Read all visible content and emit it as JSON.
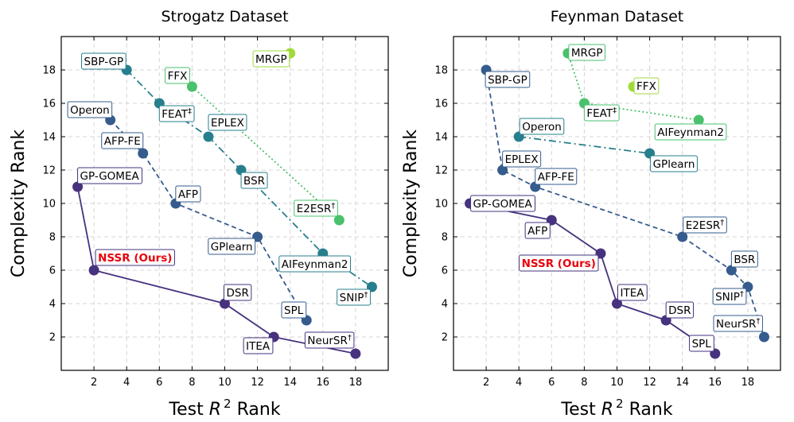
{
  "chart_data": [
    {
      "type": "scatter",
      "title": "Strogatz Dataset",
      "xlabel": "Test R² Rank",
      "ylabel": "Complexity Rank",
      "xlim": [
        0,
        20
      ],
      "ylim": [
        0,
        20
      ],
      "xticks": [
        2,
        4,
        6,
        8,
        10,
        12,
        14,
        16,
        18
      ],
      "yticks": [
        2,
        4,
        6,
        8,
        10,
        12,
        14,
        16,
        18
      ],
      "grid": true,
      "points": [
        {
          "name": "GP-GOMEA",
          "x": 1,
          "y": 11,
          "color": "#46327e",
          "highlight": false
        },
        {
          "name": "NSSR (Ours)",
          "x": 2,
          "y": 6,
          "color": "#46327e",
          "highlight": true
        },
        {
          "name": "DSR",
          "x": 10,
          "y": 4,
          "color": "#46327e",
          "highlight": false
        },
        {
          "name": "ITEA",
          "x": 13,
          "y": 2,
          "color": "#46327e",
          "highlight": false
        },
        {
          "name": "NeurSR†",
          "x": 18,
          "y": 1,
          "color": "#46327e",
          "highlight": false
        },
        {
          "name": "Operon",
          "x": 3,
          "y": 15,
          "color": "#365c8d",
          "highlight": false
        },
        {
          "name": "AFP-FE",
          "x": 5,
          "y": 13,
          "color": "#365c8d",
          "highlight": false
        },
        {
          "name": "AFP",
          "x": 7,
          "y": 10,
          "color": "#365c8d",
          "highlight": false
        },
        {
          "name": "GPlearn",
          "x": 12,
          "y": 8,
          "color": "#365c8d",
          "highlight": false
        },
        {
          "name": "SPL",
          "x": 15,
          "y": 3,
          "color": "#365c8d",
          "highlight": false
        },
        {
          "name": "SBP-GP",
          "x": 4,
          "y": 18,
          "color": "#277f8e",
          "highlight": false
        },
        {
          "name": "FEAT‡",
          "x": 6,
          "y": 16,
          "color": "#277f8e",
          "highlight": false
        },
        {
          "name": "EPLEX",
          "x": 9,
          "y": 14,
          "color": "#277f8e",
          "highlight": false
        },
        {
          "name": "BSR",
          "x": 11,
          "y": 12,
          "color": "#277f8e",
          "highlight": false
        },
        {
          "name": "AIFeynman2",
          "x": 16,
          "y": 7,
          "color": "#277f8e",
          "highlight": false
        },
        {
          "name": "SNIP†",
          "x": 19,
          "y": 5,
          "color": "#277f8e",
          "highlight": false
        },
        {
          "name": "FFX",
          "x": 8,
          "y": 17,
          "color": "#4ac16d",
          "highlight": false
        },
        {
          "name": "E2ESR†",
          "x": 17,
          "y": 9,
          "color": "#4ac16d",
          "highlight": false
        },
        {
          "name": "MRGP",
          "x": 14,
          "y": 19,
          "color": "#a0da39",
          "highlight": false
        }
      ],
      "fronts": [
        {
          "members": [
            "GP-GOMEA",
            "NSSR (Ours)",
            "DSR",
            "ITEA",
            "NeurSR†"
          ],
          "color": "#46327e",
          "style": "solid"
        },
        {
          "members": [
            "Operon",
            "AFP-FE",
            "AFP",
            "GPlearn",
            "SPL"
          ],
          "color": "#365c8d",
          "style": "dashed"
        },
        {
          "members": [
            "SBP-GP",
            "FEAT‡",
            "EPLEX",
            "BSR",
            "AIFeynman2",
            "SNIP†"
          ],
          "color": "#277f8e",
          "style": "dashdot"
        },
        {
          "members": [
            "FFX",
            "E2ESR†"
          ],
          "color": "#4ac16d",
          "style": "dotted"
        },
        {
          "members": [
            "MRGP"
          ],
          "color": "#a0da39",
          "style": "none"
        }
      ]
    },
    {
      "type": "scatter",
      "title": "Feynman Dataset",
      "xlabel": "Test R² Rank",
      "ylabel": "Complexity Rank",
      "xlim": [
        0,
        20
      ],
      "ylim": [
        0,
        20
      ],
      "xticks": [
        2,
        4,
        6,
        8,
        10,
        12,
        14,
        16,
        18
      ],
      "yticks": [
        2,
        4,
        6,
        8,
        10,
        12,
        14,
        16,
        18
      ],
      "grid": true,
      "points": [
        {
          "name": "GP-GOMEA",
          "x": 1,
          "y": 10,
          "color": "#46327e",
          "highlight": false
        },
        {
          "name": "AFP",
          "x": 6,
          "y": 9,
          "color": "#46327e",
          "highlight": false
        },
        {
          "name": "NSSR (Ours)",
          "x": 9,
          "y": 7,
          "color": "#46327e",
          "highlight": true
        },
        {
          "name": "ITEA",
          "x": 10,
          "y": 4,
          "color": "#46327e",
          "highlight": false
        },
        {
          "name": "DSR",
          "x": 13,
          "y": 3,
          "color": "#46327e",
          "highlight": false
        },
        {
          "name": "SPL",
          "x": 16,
          "y": 1,
          "color": "#46327e",
          "highlight": false
        },
        {
          "name": "SBP-GP",
          "x": 2,
          "y": 18,
          "color": "#365c8d",
          "highlight": false
        },
        {
          "name": "EPLEX",
          "x": 3,
          "y": 12,
          "color": "#365c8d",
          "highlight": false
        },
        {
          "name": "AFP-FE",
          "x": 5,
          "y": 11,
          "color": "#365c8d",
          "highlight": false
        },
        {
          "name": "E2ESR†",
          "x": 14,
          "y": 8,
          "color": "#365c8d",
          "highlight": false
        },
        {
          "name": "BSR",
          "x": 17,
          "y": 6,
          "color": "#365c8d",
          "highlight": false
        },
        {
          "name": "SNIP†",
          "x": 18,
          "y": 5,
          "color": "#365c8d",
          "highlight": false
        },
        {
          "name": "NeurSR†",
          "x": 19,
          "y": 2,
          "color": "#365c8d",
          "highlight": false
        },
        {
          "name": "Operon",
          "x": 4,
          "y": 14,
          "color": "#277f8e",
          "highlight": false
        },
        {
          "name": "GPlearn",
          "x": 12,
          "y": 13,
          "color": "#277f8e",
          "highlight": false
        },
        {
          "name": "MRGP",
          "x": 7,
          "y": 19,
          "color": "#4ac16d",
          "highlight": false
        },
        {
          "name": "FEAT‡",
          "x": 8,
          "y": 16,
          "color": "#4ac16d",
          "highlight": false
        },
        {
          "name": "AIFeynman2",
          "x": 15,
          "y": 15,
          "color": "#4ac16d",
          "highlight": false
        },
        {
          "name": "FFX",
          "x": 11,
          "y": 17,
          "color": "#a0da39",
          "highlight": false
        }
      ],
      "fronts": [
        {
          "members": [
            "GP-GOMEA",
            "AFP",
            "NSSR (Ours)",
            "ITEA",
            "DSR",
            "SPL"
          ],
          "color": "#46327e",
          "style": "solid"
        },
        {
          "members": [
            "SBP-GP",
            "EPLEX",
            "AFP-FE",
            "E2ESR†",
            "BSR",
            "SNIP†",
            "NeurSR†"
          ],
          "color": "#365c8d",
          "style": "dashed"
        },
        {
          "members": [
            "Operon",
            "GPlearn"
          ],
          "color": "#277f8e",
          "style": "dashdot"
        },
        {
          "members": [
            "MRGP",
            "FEAT‡",
            "AIFeynman2"
          ],
          "color": "#4ac16d",
          "style": "dotted"
        },
        {
          "members": [
            "FFX"
          ],
          "color": "#a0da39",
          "style": "none"
        }
      ]
    }
  ]
}
